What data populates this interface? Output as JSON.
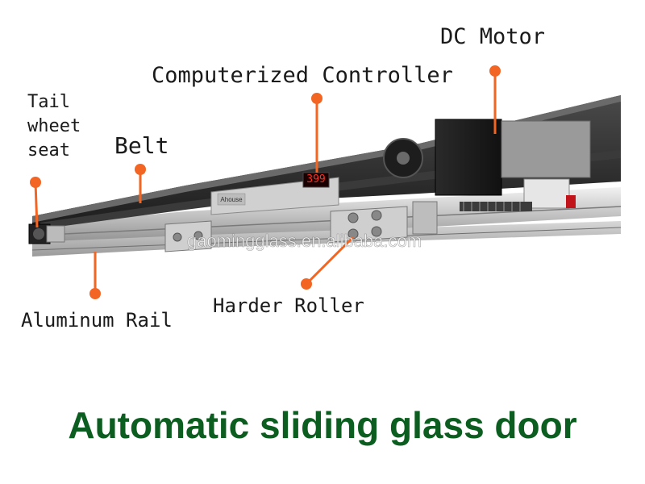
{
  "title": "Automatic sliding glass door",
  "watermark": "gaomingglass.en.alibaba.com",
  "brand_label": "Ahouse",
  "controller_display": "399",
  "accent_color": "#f26522",
  "title_color": "#0b5e1f",
  "callouts": {
    "tail_wheel_seat": "Tail\nwheet\nseat",
    "belt": "Belt",
    "computerized_controller": "Computerized Controller",
    "dc_motor": "DC Motor",
    "aluminum_rail": "Aluminum Rail",
    "harder_roller": "Harder Roller"
  }
}
